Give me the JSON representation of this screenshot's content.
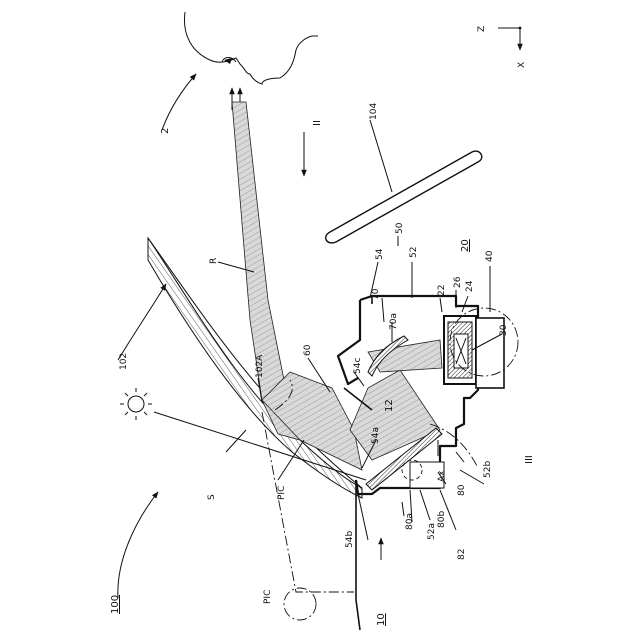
{
  "labels": {
    "fig_100": "100",
    "fig_2": "2",
    "fig_10": "10",
    "fig_12": "12",
    "fig_20": "20",
    "fig_22": "22",
    "fig_24": "24",
    "fig_26": "26",
    "fig_30": "30",
    "fig_40": "40",
    "fig_50": "50",
    "fig_52": "52",
    "fig_52a": "52a",
    "fig_52b": "52b",
    "fig_54": "54",
    "fig_54a": "54a",
    "fig_54b": "54b",
    "fig_54c": "54c",
    "fig_60": "60",
    "fig_70": "70",
    "fig_70a": "70a",
    "fig_80": "80",
    "fig_80a": "80a",
    "fig_80b": "80b",
    "fig_82": "82",
    "fig_102": "102",
    "fig_102A": "102A",
    "fig_104": "104",
    "fig_R": "R",
    "fig_S": "S",
    "fig_PIC_1": "PIC",
    "fig_PIC_2": "PIC",
    "fig_Ax": "Ax",
    "fig_II": "II",
    "fig_III": "III",
    "axis_Z": "Z",
    "axis_X": "X"
  }
}
